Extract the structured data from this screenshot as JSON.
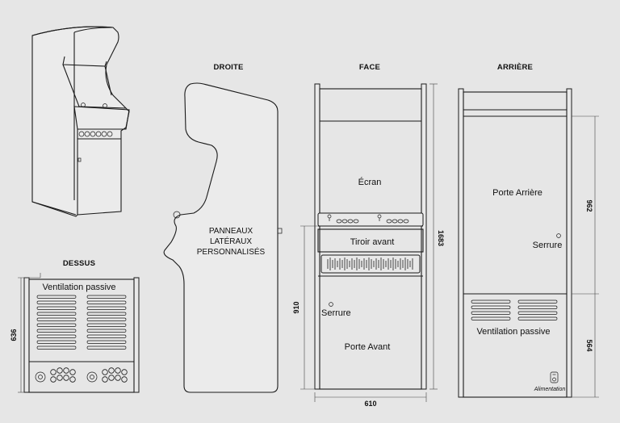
{
  "views": {
    "droite": "DROITE",
    "face": "FACE",
    "arriere": "ARRIÈRE",
    "dessus": "DESSUS"
  },
  "droite": {
    "panel_line1": "PANNEAUX",
    "panel_line2": "LATÉRAUX",
    "panel_line3": "PERSONNALISÉS"
  },
  "face": {
    "screen": "Écran",
    "drawer": "Tiroir avant",
    "lock": "Serrure",
    "door": "Porte Avant",
    "dim_width": "610",
    "dim_height": "1683",
    "dim_door": "910"
  },
  "arriere": {
    "door": "Porte Arrière",
    "lock": "Serrure",
    "ventilation": "Ventilation passive",
    "power": "Alimentation",
    "dim_upper": "962",
    "dim_lower": "564"
  },
  "dessus": {
    "ventilation": "Ventilation passive",
    "dim_depth": "636"
  },
  "icons": [
    "lock-icon",
    "power-plug-icon",
    "joystick-icon",
    "arcade-button-icon"
  ]
}
